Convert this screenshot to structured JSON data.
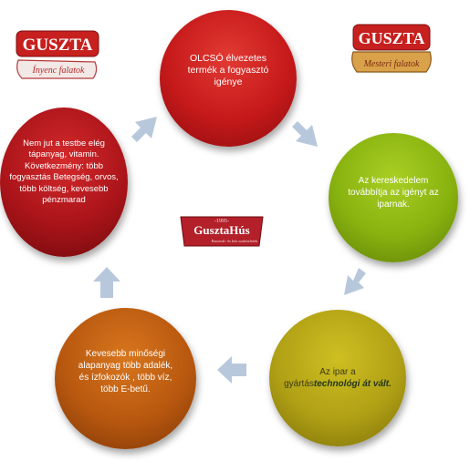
{
  "colors": {
    "red": "#c5191a",
    "green": "#88b20f",
    "olive": "#b0a015",
    "orange": "#b8580f",
    "dark_red": "#aa1419",
    "arrow": "#b8c8dc"
  },
  "logos": {
    "left": {
      "brand": "GUSZTA",
      "tagline": "Ínyenc falatok"
    },
    "right": {
      "brand": "GUSZTA",
      "tagline": "Mesteri falatok"
    },
    "center": {
      "year": "-1995-",
      "brand": "GusztaHús",
      "tagline": "Baromfi- és hús szaküzletek"
    }
  },
  "cycle": [
    {
      "text": "OLCSÓ élvezetes termék a fogyasztó igénye"
    },
    {
      "text": "Az kereskedelem továbbítja az igényt  az iparnak."
    },
    {
      "text_normal": "Az ipar a gyártás",
      "text_bold": "technológi át vált."
    },
    {
      "text": "Kevesebb minőségi alapanyag több adalék, és ízfokozók , több víz, több E-betű."
    },
    {
      "text": "Nem jut a testbe elég tápanyag, vitamin. Következmény: több fogyasztás Betegség, orvos, több költség, kevesebb pénzmarad"
    }
  ]
}
